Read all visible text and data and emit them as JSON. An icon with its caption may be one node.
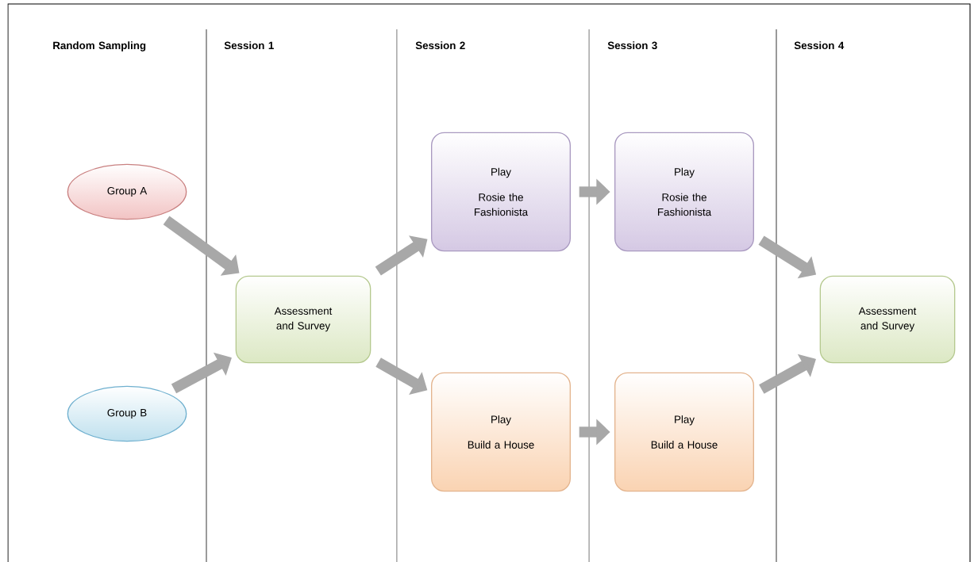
{
  "diagram": {
    "nodes": [
      {
        "text": [
          "Group A"
        ]
      },
      {
        "text": [
          "Group B"
        ]
      },
      {
        "text": [
          "Assessment and Survey"
        ]
      },
      {
        "text": [
          "Play",
          "Rosie the Fashionista"
        ]
      },
      {
        "text": [
          "Play",
          "Build a House"
        ]
      },
      {
        "text": [
          "Play",
          "Rosie the Fashionista"
        ]
      },
      {
        "text": [
          "Play",
          "Build a House"
        ]
      },
      {
        "text": [
          "Assessment and Survey"
        ]
      }
    ],
    "edges": [
      {
        "from": 0,
        "to": 2,
        "arrow": "to"
      },
      {
        "from": 1,
        "to": 2,
        "arrow": "to"
      },
      {
        "from": 2,
        "to": 3,
        "arrow": "to"
      },
      {
        "from": 2,
        "to": 4,
        "arrow": "to"
      },
      {
        "from": 3,
        "to": 5,
        "arrow": "to"
      },
      {
        "from": 4,
        "to": 6,
        "arrow": "to"
      },
      {
        "from": 5,
        "to": 7,
        "arrow": "to"
      },
      {
        "from": 6,
        "to": 7,
        "arrow": "to"
      }
    ],
    "labels": [
      "Random Sampling",
      "Session 1",
      "Session 2",
      "Session 3",
      "Session 4"
    ]
  }
}
